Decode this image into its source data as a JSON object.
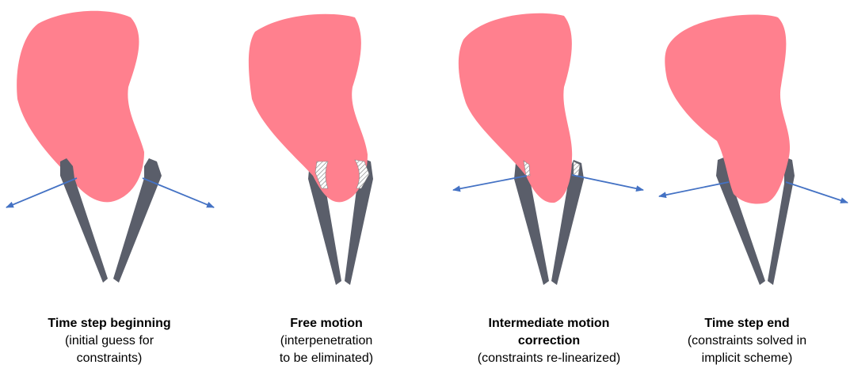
{
  "colors": {
    "body": "#ff808e",
    "gripper": "#5a5e6a",
    "arrow": "#4472c4",
    "hatch": "#666666"
  },
  "panels": [
    {
      "title": "Time step beginning",
      "desc_line1": "(initial guess for",
      "desc_line2": "constraints)"
    },
    {
      "title": "Free motion",
      "desc_line1": "(interpenetration",
      "desc_line2": "to be eliminated)"
    },
    {
      "title_line1": "Intermediate motion",
      "title_line2": "correction",
      "desc_line1": "(constraints re-linearized)"
    },
    {
      "title": "Time step end",
      "desc_line1": "(constraints solved in",
      "desc_line2": "implicit scheme)"
    }
  ]
}
